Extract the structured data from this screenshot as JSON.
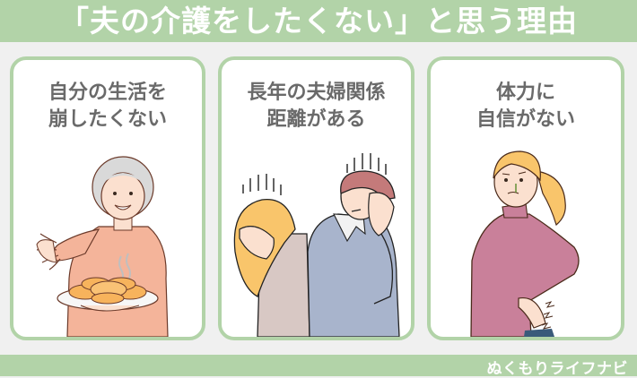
{
  "header": {
    "title": "「夫の介護をしたくない」と思う理由"
  },
  "cards": [
    {
      "heading_line1": "自分の生活を",
      "heading_line2": "崩したくない",
      "illustration": "elderly-woman-serving-food-icon"
    },
    {
      "heading_line1": "長年の夫婦関係",
      "heading_line2": "距離がある",
      "illustration": "distressed-couple-back-to-back-icon"
    },
    {
      "heading_line1": "体力に",
      "heading_line2": "自信がない",
      "illustration": "woman-with-back-pain-icon"
    }
  ],
  "footer": {
    "brand": "ぬくもりライフナビ"
  },
  "colors": {
    "accent_green": "#b2d3a8",
    "background": "#f0f0f0",
    "card_bg": "#ffffff",
    "heading_text": "#6a6a6a"
  }
}
